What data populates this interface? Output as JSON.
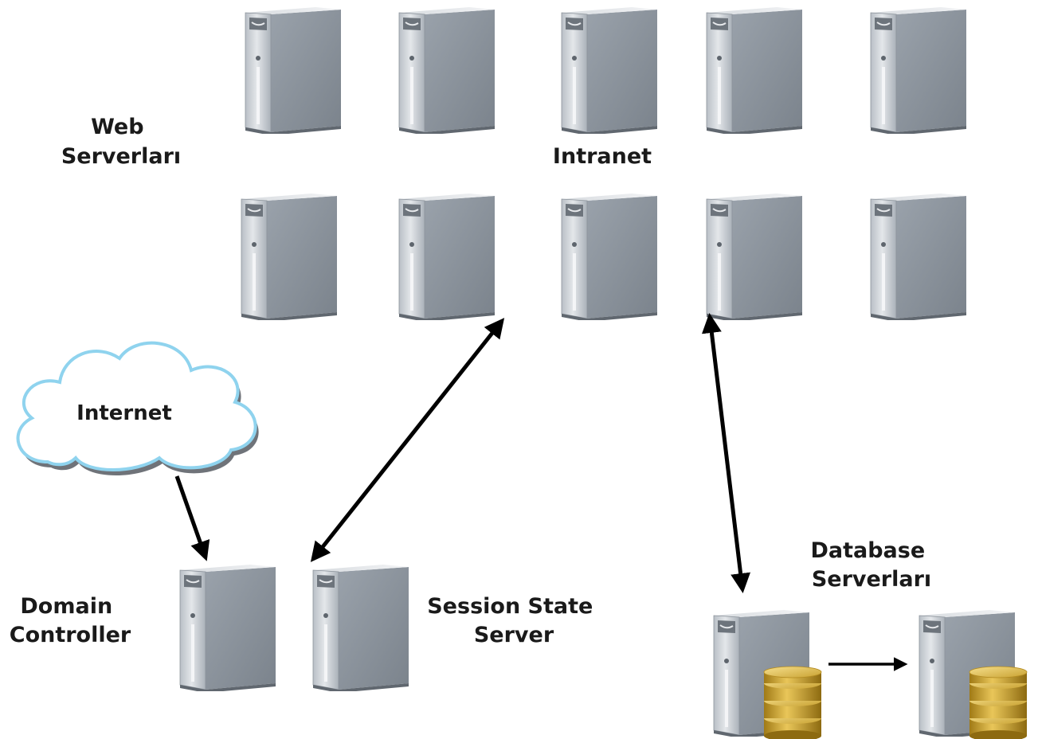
{
  "labels": {
    "web_servers": [
      "Web",
      "Serverları"
    ],
    "intranet": "Intranet",
    "internet": "Internet",
    "domain_controller": [
      "Domain",
      "Controller"
    ],
    "session_state_server": [
      "Session State",
      "Server"
    ],
    "database_servers": [
      "Database",
      "Serverları"
    ]
  },
  "icons": {
    "server": "server-tower-icon",
    "database": "database-stack-icon",
    "cloud": "cloud-icon"
  }
}
